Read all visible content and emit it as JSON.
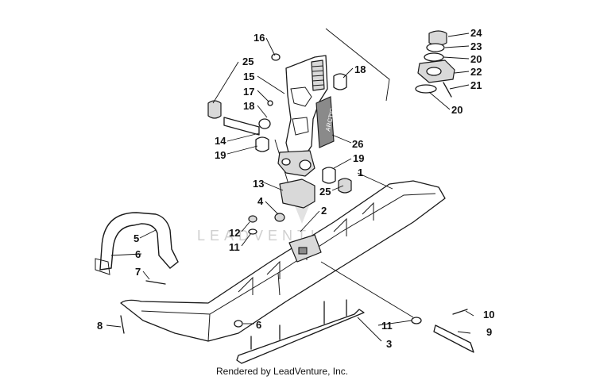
{
  "diagram": {
    "watermark": "LEADVENTURE",
    "credit": "Rendered by LeadVenture, Inc.",
    "callouts": {
      "c1": "1",
      "c2": "2",
      "c3": "3",
      "c4": "4",
      "c5": "5",
      "c6a": "6",
      "c6b": "6",
      "c7": "7",
      "c8": "8",
      "c9": "9",
      "c10": "10",
      "c11a": "11",
      "c11b": "11",
      "c12": "12",
      "c13": "13",
      "c14": "14",
      "c15": "15",
      "c16": "16",
      "c17": "17",
      "c18a": "18",
      "c18b": "18",
      "c19a": "19",
      "c19b": "19",
      "c20a": "20",
      "c20b": "20",
      "c21": "21",
      "c22": "22",
      "c23": "23",
      "c24": "24",
      "c25a": "25",
      "c25b": "25",
      "c26": "26"
    }
  }
}
